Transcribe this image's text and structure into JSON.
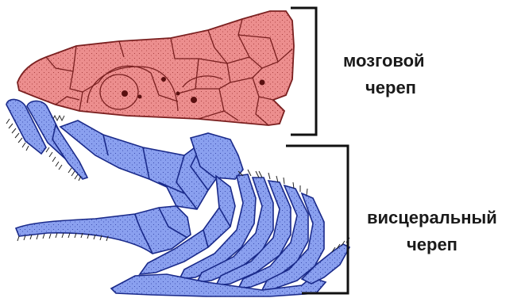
{
  "labels": {
    "brain_case": [
      "мозговой",
      "череп"
    ],
    "visceral": [
      "висцеральный",
      "череп"
    ]
  },
  "colors": {
    "brain_fill": "#ec8e8e",
    "brain_stroke": "#7a2020",
    "visceral_fill": "#8aa0ef",
    "visceral_stroke": "#1a2a8a",
    "bracket": "#111111"
  }
}
